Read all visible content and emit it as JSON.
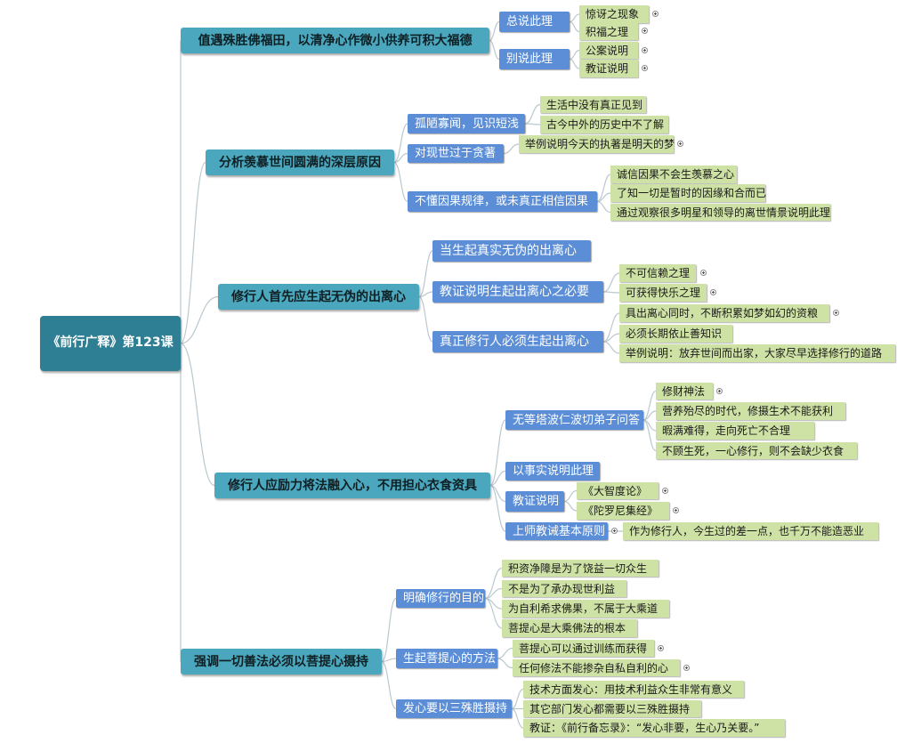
{
  "root": "《前行广释》第123课",
  "b1": {
    "main": "值遇殊胜佛福田，以清净心作微小供养可积大福德",
    "s1": "总说此理",
    "s1_l1": "惊讶之现象",
    "s1_l2": "积福之理",
    "s2": "别说此理",
    "s2_l1": "公案说明",
    "s2_l2": "教证说明"
  },
  "b2": {
    "main": "分析羡慕世间圆满的深层原因",
    "s1": "孤陋寡闻，见识短浅",
    "s1_l1": "生活中没有真正见到",
    "s1_l2": "古今中外的历史中不了解",
    "s2": "对现世过于贪著",
    "s2_l1": "举例说明今天的执著是明天的梦",
    "s3": "不懂因果规律，或未真正相信因果",
    "s3_l1": "诚信因果不会生羡慕之心",
    "s3_l2": "了知一切是暂时的因缘和合而已",
    "s3_l3": "通过观察很多明星和领导的离世情景说明此理"
  },
  "b3": {
    "main": "修行人首先应生起无伪的出离心",
    "s1": "当生起真实无伪的出离心",
    "s2": "教证说明生起出离心之必要",
    "s2_l1": "不可信赖之理",
    "s2_l2": "可获得快乐之理",
    "s3": "真正修行人必须生起出离心",
    "s3_l1": "具出离心同时，不断积累如梦如幻的资粮",
    "s3_l2": "必须长期依止善知识",
    "s3_l3": "举例说明：放弃世间而出家，大家尽早选择修行的道路"
  },
  "b4": {
    "main": "修行人应励力将法融入心，不用担心衣食资具",
    "s1": "无等塔波仁波切弟子问答",
    "s1_l1": "修财神法",
    "s1_l2": "营养殆尽的时代，修摄生术不能获利",
    "s1_l3": "暇满难得，走向死亡不合理",
    "s1_l4": "不顾生死，一心修行，则不会缺少衣食",
    "s2": "以事实说明此理",
    "s3": "教证说明",
    "s3_l1": "《大智度论》",
    "s3_l2": "《陀罗尼集经》",
    "s4": "上师教诫基本原则",
    "s4_l1": "作为修行人，今生过的差一点，也千万不能造恶业"
  },
  "b5": {
    "main": "强调一切善法必须以菩提心摄持",
    "s1": "明确修行的目的",
    "s1_l1": "积资净障是为了饶益一切众生",
    "s1_l2": "不是为了承办现世利益",
    "s1_l3": "为自利希求佛果，不属于大乘道",
    "s1_l4": "菩提心是大乘佛法的根本",
    "s2": "生起菩提心的方法",
    "s2_l1": "菩提心可以通过训练而获得",
    "s2_l2": "任何修法不能掺杂自私自利的心",
    "s3": "发心要以三殊胜摄持",
    "s3_l1": "技术方面发心：用技术利益众生非常有意义",
    "s3_l2": "其它部门发心都需要以三殊胜摄持",
    "s3_l3": "教证：《前行备忘录》：“发心非要，生心乃关要。”"
  },
  "colors": {
    "root": "#2f7f94",
    "main": "#4aa7bd",
    "sub": "#5b8ed6",
    "leaf": "#cfe2a6",
    "line": "#b9c8cf"
  }
}
